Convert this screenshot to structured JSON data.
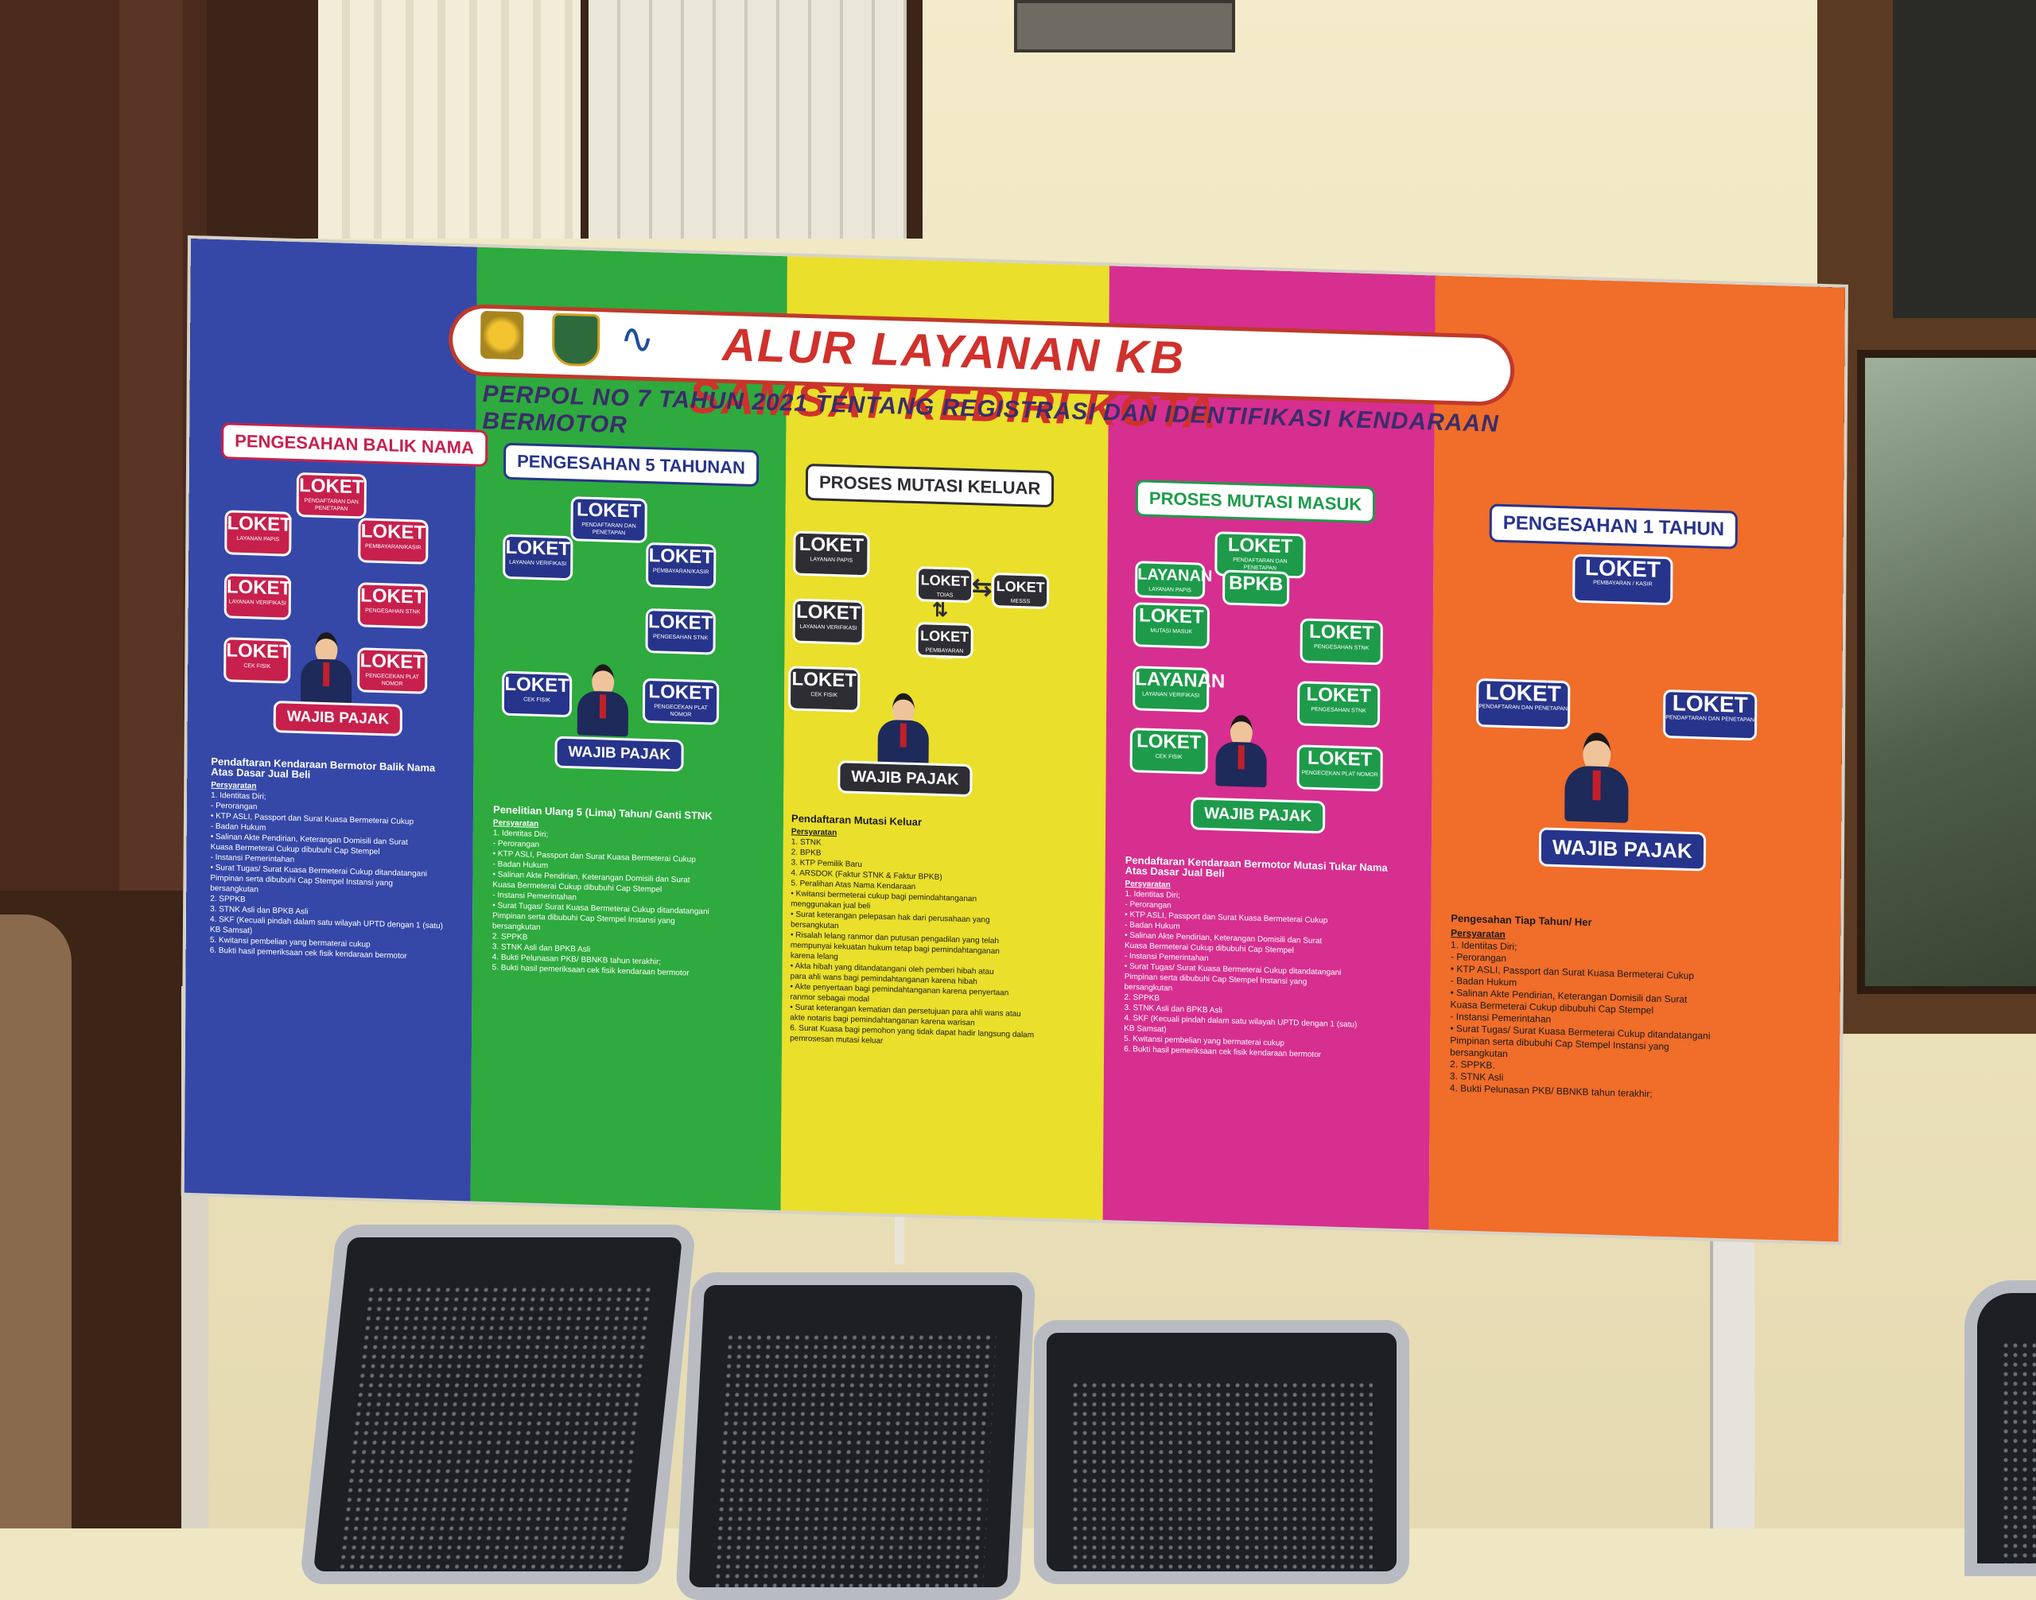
{
  "header": {
    "title": "ALUR LAYANAN KB SAMSAT KEDIRI KOTA",
    "subtitle": "PERPOL NO 7 TAHUN 2021 TENTANG REGISTRASI DAN IDENTIFIKASI KENDARAAN BERMOTOR"
  },
  "common": {
    "loket": "LOKET",
    "wajib_pajak": "WAJIB PAJAK",
    "layanan": "LAYANAN",
    "bpkb": "BPKB"
  },
  "sections": {
    "balik_nama": {
      "title": "PENGESAHAN BALIK NAMA",
      "subs": [
        "PENDAFTARAN DAN PENETAPAN",
        "LAYANAN PAPIS",
        "PEMBAYARAN/KASIR",
        "LAYANAN VERIFIKASI",
        "PENGESAHAN STNK",
        "CEK FISIK",
        "PENGECEKAN PLAT NOMOR"
      ],
      "req_title": "Pendaftaran Kendaraan Bermotor Balik Nama Atas Dasar Jual Beli",
      "req_label": "Persyaratan",
      "req_lines": [
        "1. Identitas Diri;",
        "- Perorangan",
        "• KTP ASLI, Passport dan Surat Kuasa Bermeterai Cukup",
        "- Badan Hukum",
        "• Salinan Akte Pendirian, Keterangan Domisili dan Surat",
        "Kuasa Bermeterai Cukup dibubuhi Cap Stempel",
        "- Instansi Pemerintahan",
        "• Surat Tugas/ Surat Kuasa Bermeterai Cukup ditandatangani",
        "Pimpinan serta dibubuhi Cap Stempel Instansi yang",
        "bersangkutan",
        "2. SPPKB",
        "3. STNK Asli dan BPKB Asli",
        "4. SKF (Kecuali pindah dalam satu wilayah UPTD dengan 1 (satu)",
        "KB Samsat)",
        "5. Kwitansi pembelian yang bermaterai cukup",
        "6. Bukti hasil pemeriksaan cek fisik kendaraan bermotor"
      ]
    },
    "lima_tahunan": {
      "title": "PENGESAHAN 5 TAHUNAN",
      "subs": [
        "PENDAFTARAN DAN PENETAPAN",
        "LAYANAN VERIFIKASI",
        "PEMBAYARAN/KASIR",
        "PENGESAHAN STNK",
        "CEK FISIK",
        "PENGECEKAN PLAT NOMOR"
      ],
      "req_title": "Penelitian Ulang 5 (Lima) Tahun/ Ganti STNK",
      "req_label": "Persyaratan",
      "req_lines": [
        "1. Identitas Diri;",
        "- Perorangan",
        "• KTP ASLI, Passport dan Surat Kuasa Bermeterai Cukup",
        "- Badan Hukum",
        "• Salinan Akte Pendirian, Keterangan Domisili dan Surat",
        "Kuasa Bermeterai Cukup dibubuhi Cap Stempel",
        "- Instansi Pemerintahan",
        "• Surat Tugas/ Surat Kuasa Bermeterai Cukup ditandatangani",
        "Pimpinan serta dibubuhi Cap Stempel Instansi yang",
        "bersangkutan",
        "2. SPPKB",
        "3. STNK Asli dan BPKB Asli",
        "4. Bukti Pelunasan PKB/ BBNKB tahun terakhir;",
        "5. Bukti hasil pemeriksaan cek fisik kendaraan bermotor"
      ]
    },
    "mutasi_keluar": {
      "title": "PROSES MUTASI KELUAR",
      "subs": [
        "LAYANAN PAPIS",
        "TOIAS",
        "MESSS",
        "LAYANAN VERIFIKASI",
        "PEMBAYARAN KASIR",
        "CEK FISIK"
      ],
      "req_title": "Pendaftaran Mutasi Keluar",
      "req_label": "Persyaratan",
      "req_lines": [
        "1. STNK",
        "2. BPKB",
        "3. KTP Pemilik Baru",
        "4. ARSDOK (Faktur STNK & Faktur BPKB)",
        "5. Peralihan Atas Nama Kendaraan",
        "• Kwitansi bermeterai cukup bagi pemindahtanganan",
        "menggunakan jual beli",
        "• Surat keterangan pelepasan hak dari perusahaan yang",
        "bersangkutan",
        "• Risalah lelang ranmor dan putusan pengadilan yang telah",
        "mempunyai kekuatan hukum tetap bagi pemindahtanganan",
        "karena lelang",
        "• Akta hibah yang ditandatangani oleh pemberi hibah atau",
        "para ahli wans bagi pemindahtanganan karena hibah",
        "• Akte penyertaan bagi pemindahtanganan karena penyertaan",
        "ranmor sebagai modal",
        "• Surat keterangan kematian dan persetujuan para ahli wans atau",
        "akte notaris bagi pemindahtanganan karena warisan",
        "6. Surat Kuasa bagi pemohon yang tidak dapat hadir langsung dalam",
        "pemrosesan mutasi keluar"
      ]
    },
    "mutasi_masuk": {
      "title": "PROSES MUTASI MASUK",
      "subs": [
        "PENDAFTARAN DAN PENETAPAN",
        "LAYANAN PAPIS",
        "MUTASI MASUK",
        "PENGESAHAN STNK",
        "LAYANAN VERIFIKASI",
        "PENGESAHAN STNK",
        "CEK FISIK",
        "PENGECEKAN PLAT NOMOR"
      ],
      "req_title": "Pendaftaran Kendaraan Bermotor Mutasi Tukar Nama Atas Dasar Jual Beli",
      "req_label": "Persyaratan",
      "req_lines": [
        "1. Identitas Diri;",
        "- Perorangan",
        "• KTP ASLI, Passport dan Surat Kuasa Bermeterai Cukup",
        "- Badan Hukum",
        "• Salinan Akte Pendirian, Keterangan Domisili dan Surat",
        "Kuasa Bermeterai Cukup dibubuhi Cap Stempel",
        "- Instansi Pemerintahan",
        "• Surat Tugas/ Surat Kuasa Bermeterai Cukup ditandatangani",
        "Pimpinan serta dibubuhi Cap Stempel Instansi yang",
        "bersangkutan",
        "2. SPPKB",
        "3. STNK Asli dan BPKB Asli",
        "4. SKF (Kecuali pindah dalam satu wilayah UPTD dengan 1 (satu)",
        "KB Samsat)",
        "5. Kwitansi pembelian yang bermaterai cukup",
        "6. Bukti hasil pemeriksaan cek fisik kendaraan bermotor"
      ]
    },
    "satu_tahun": {
      "title": "PENGESAHAN 1 TAHUN",
      "subs": [
        "PEMBAYARAN / KASIR",
        "PENDAFTARAN DAN PENETAPAN",
        "PENDAFTARAN DAN PENETAPAN"
      ],
      "req_title": "Pengesahan Tiap Tahun/ Her",
      "req_label": "Persyaratan",
      "req_lines": [
        "1. Identitas Diri;",
        "- Perorangan",
        "• KTP ASLI, Passport dan Surat Kuasa Bermeterai Cukup",
        "- Badan Hukum",
        "• Salinan Akte Pendirian, Keterangan Domisili dan Surat",
        "Kuasa Bermeterai Cukup dibubuhi Cap Stempel",
        "- Instansi Pemerintahan",
        "• Surat Tugas/ Surat Kuasa Bermeterai Cukup ditandatangani",
        "Pimpinan serta dibubuhi Cap Stempel Instansi yang",
        "bersangkutan",
        "2. SPPKB.",
        "3. STNK Asli",
        "4. Bukti Pelunasan PKB/ BBNKB tahun terakhir;"
      ]
    }
  },
  "colors": {
    "blue": "#3548a8",
    "green": "#2eaa3e",
    "yellow": "#eadf2a",
    "magenta": "#d62f8f",
    "orange": "#f06d2a",
    "title_red": "#d0312c"
  }
}
